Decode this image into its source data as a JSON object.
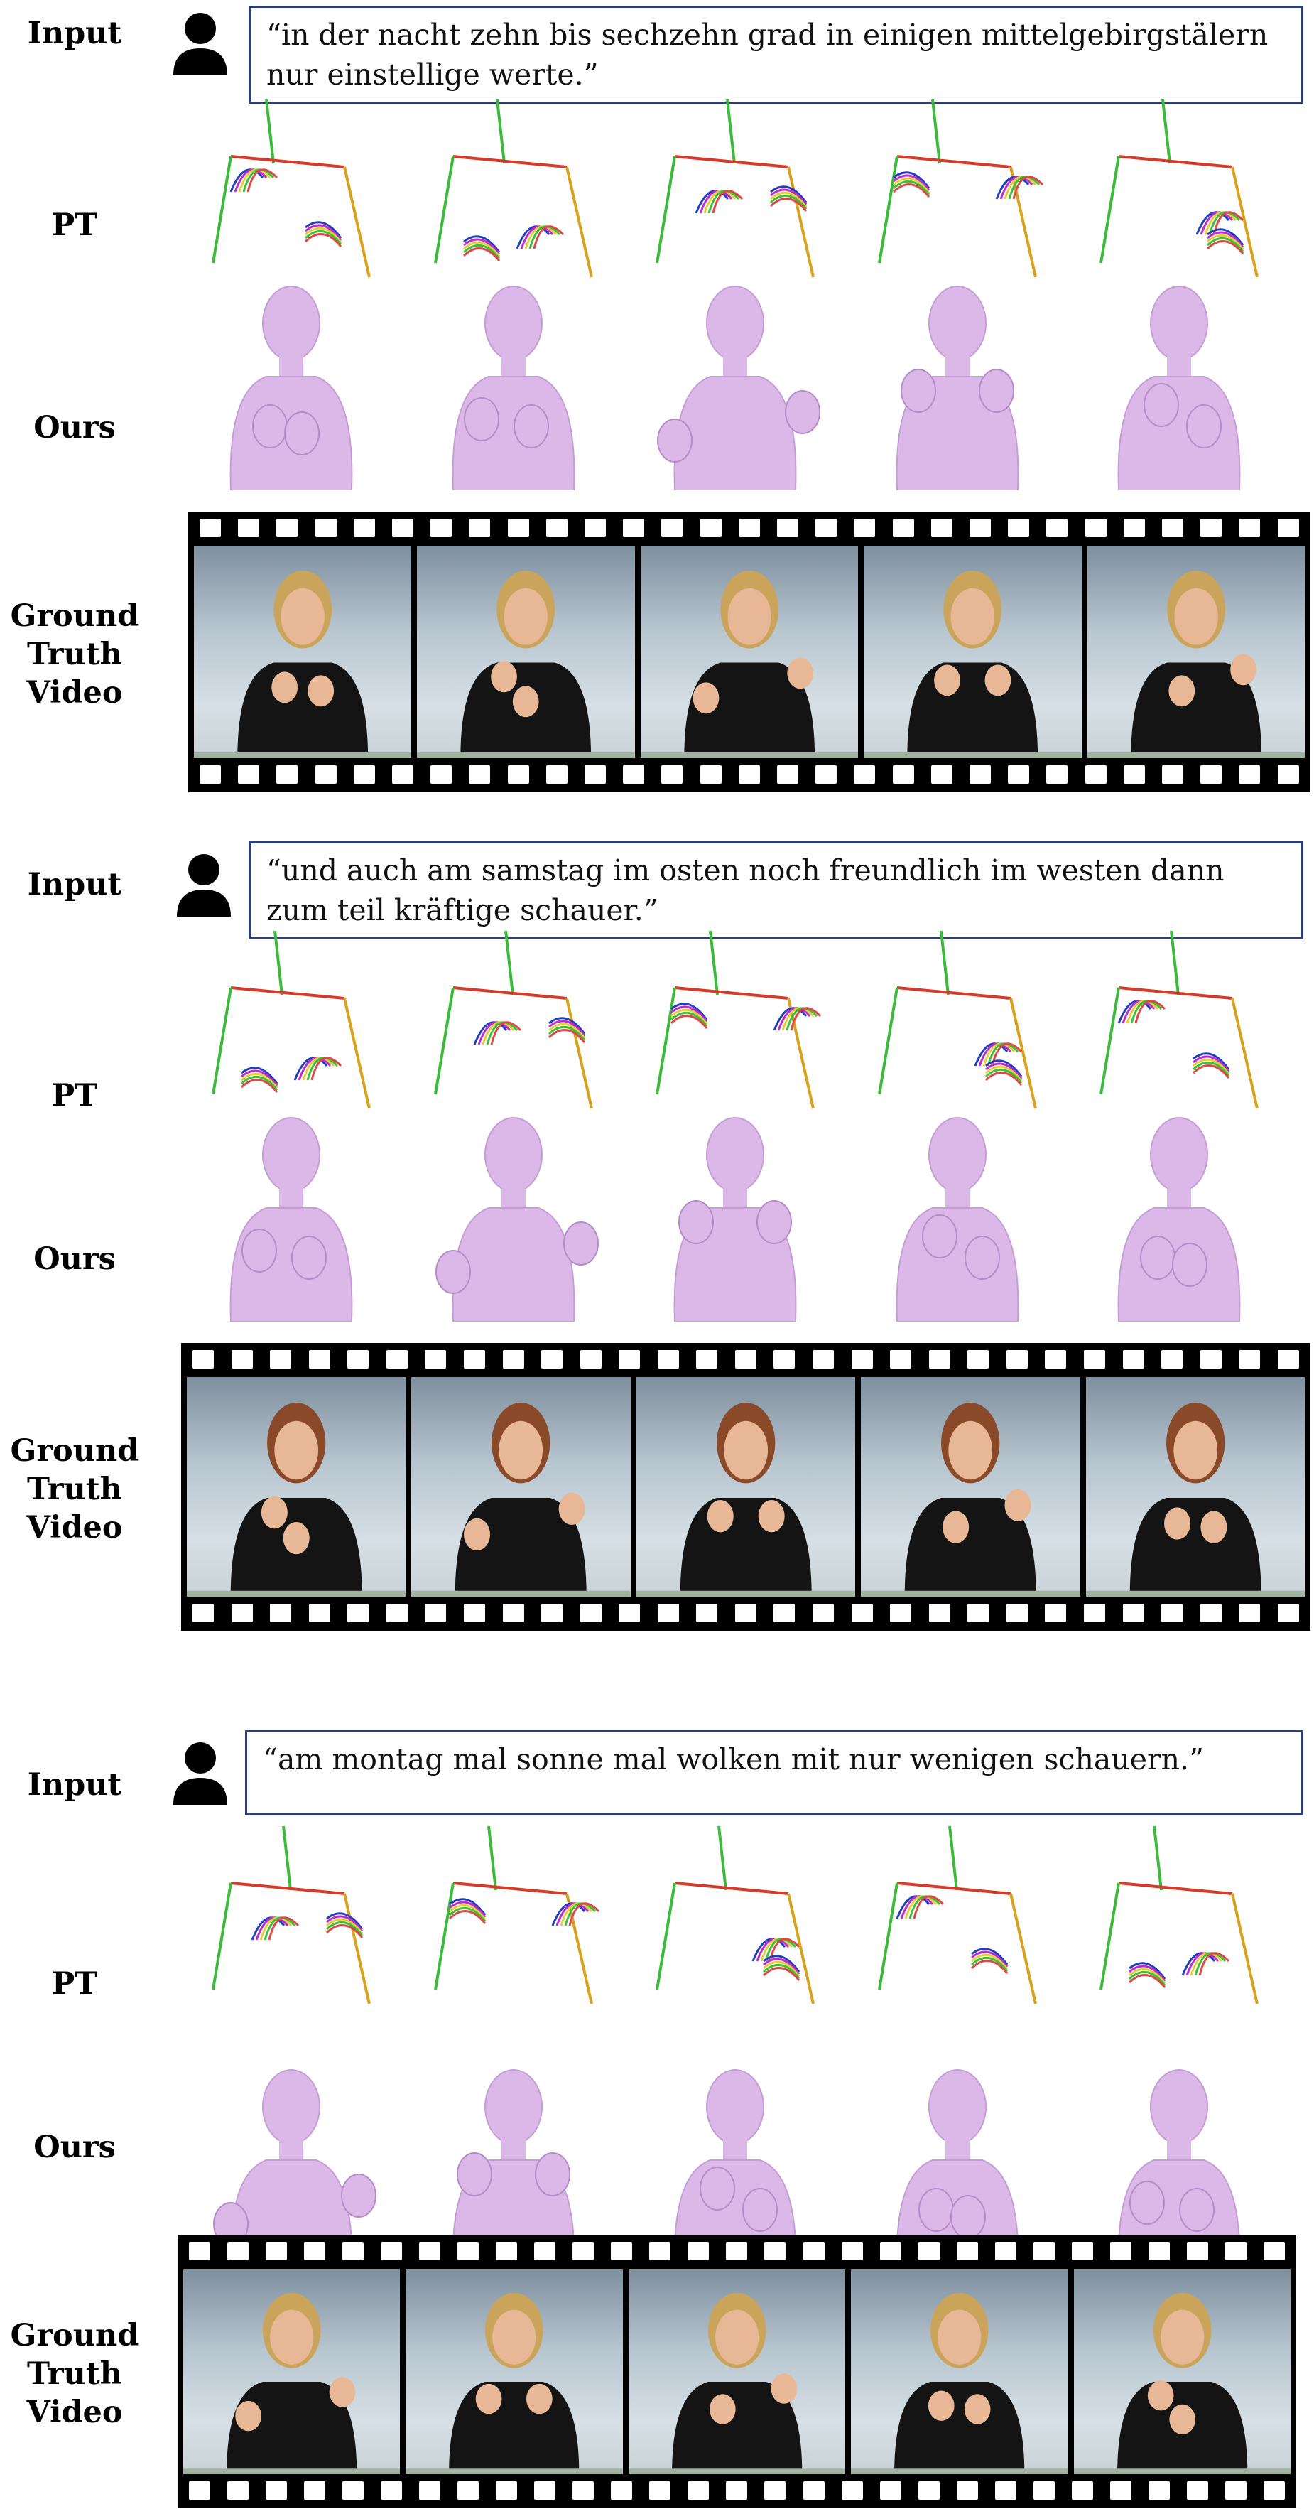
{
  "labels": {
    "input": "Input",
    "pt": "PT",
    "ours": "Ours",
    "gt_line1": "Ground",
    "gt_line2": "Truth",
    "gt_line3": "Video"
  },
  "examples": [
    {
      "quote": "“in der nacht zehn bis sechzehn grad in einigen mittelgebirgstälern nur einstellige werte.”"
    },
    {
      "quote": "“und auch am samstag im osten noch freundlich im westen dann zum teil kräftige schauer.”"
    },
    {
      "quote": "“am montag mal sonne mal wolken mit nur wenigen schauern.”"
    }
  ],
  "colors": {
    "input_border": "#2b3f7a",
    "avatar": "#dcb8e8",
    "film": "#000000",
    "skeleton_left_arm": "#3cba3c",
    "skeleton_shoulders": "#d63a2a",
    "skeleton_right_arm": "#d8a21c"
  },
  "icons": {
    "user": "user-silhouette-icon"
  }
}
